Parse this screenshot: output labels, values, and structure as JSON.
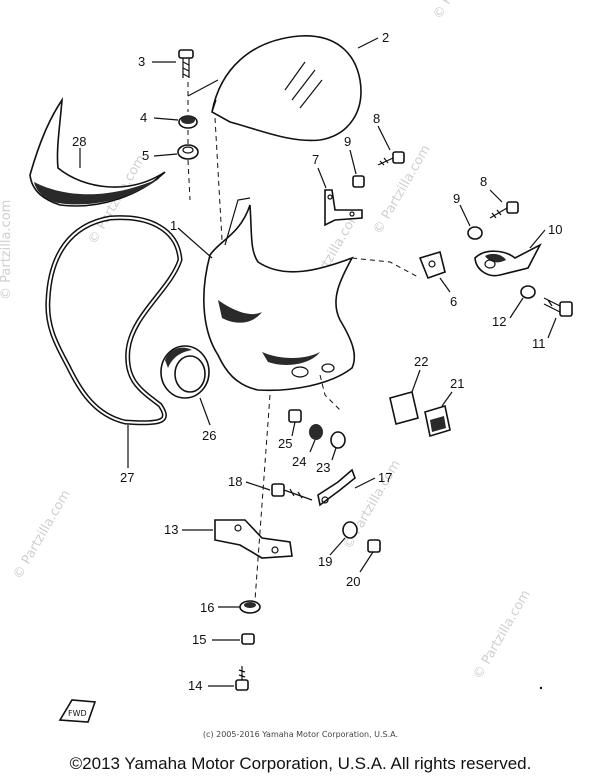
{
  "watermarks": [
    "© Partzilla.com",
    "© Partzilla.com",
    "© Partzilla.com",
    "© Partzilla.com",
    "© Partzilla.com",
    "© Partzilla.com",
    "© Partzilla.com",
    "© Partzilla.com"
  ],
  "callouts": [
    "1",
    "2",
    "3",
    "4",
    "5",
    "6",
    "7",
    "8",
    "8",
    "9",
    "9",
    "10",
    "11",
    "12",
    "13",
    "14",
    "15",
    "16",
    "17",
    "18",
    "19",
    "20",
    "21",
    "22",
    "23",
    "24",
    "25",
    "26",
    "27",
    "28"
  ],
  "footer": {
    "small_copyright": "(c) 2005-2016 Yamaha Motor Corporation, U.S.A.",
    "main_copyright": "©2013 Yamaha Motor Corporation, U.S.A. All rights reserved."
  },
  "icons": {
    "front_arrow": "fwd-arrow-icon",
    "front_arrow_text": "FWD"
  },
  "colors": {
    "line": "#111111",
    "watermark": "#cfcfcf",
    "background": "#ffffff"
  }
}
